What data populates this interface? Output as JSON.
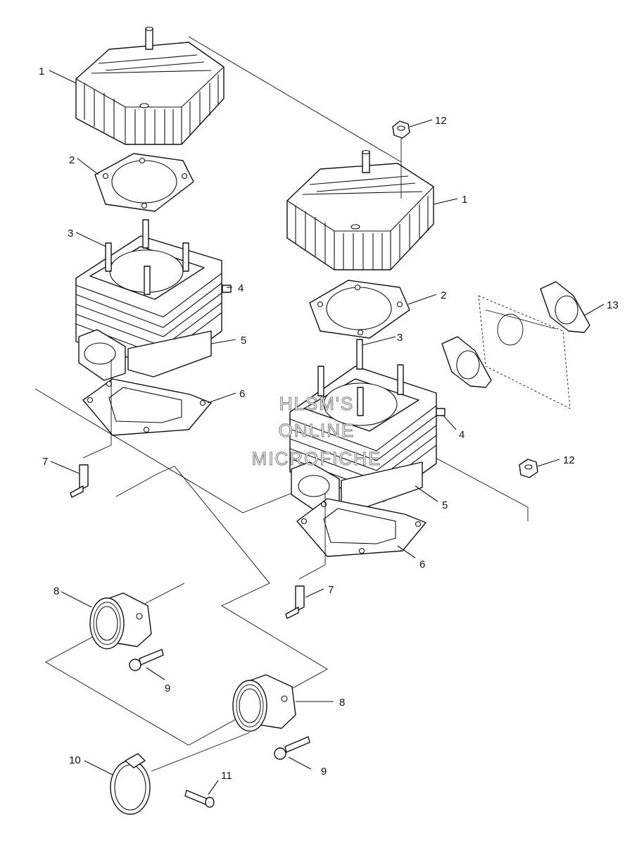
{
  "watermark": {
    "lines": [
      "HLSM'S",
      "ONLINE",
      "MICROFICHE"
    ]
  },
  "callouts": {
    "c1a": "1",
    "c1b": "1",
    "c2a": "2",
    "c2b": "2",
    "c3a": "3",
    "c3b": "3",
    "c4a": "4",
    "c4b": "4",
    "c5a": "5",
    "c5b": "5",
    "c6a": "6",
    "c6b": "6",
    "c7a": "7",
    "c7b": "7",
    "c8a": "8",
    "c8b": "8",
    "c9a": "9",
    "c9b": "9",
    "c10": "10",
    "c11": "11",
    "c12a": "12",
    "c12b": "12",
    "c13": "13"
  }
}
